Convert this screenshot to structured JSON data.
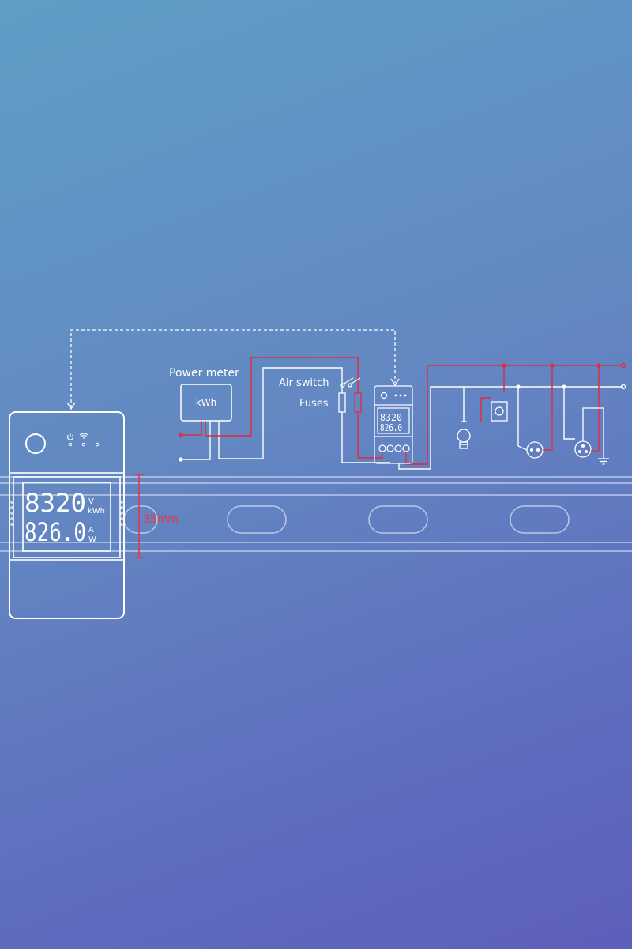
{
  "labels": {
    "power_meter": "Power meter",
    "kwh_box": "kWh",
    "air_switch": "Air switch",
    "fuses": "Fuses",
    "din_height": "35mm"
  },
  "device": {
    "display_line1": "8320",
    "unit_line1_top": "V",
    "unit_line1_bottom": "kWh",
    "display_line2": "826.0",
    "unit_line2_top": "A",
    "unit_line2_bottom": "W"
  },
  "colors": {
    "line": "#ffffff",
    "live_wire": "#e8283c",
    "dimension": "#e23a48"
  }
}
